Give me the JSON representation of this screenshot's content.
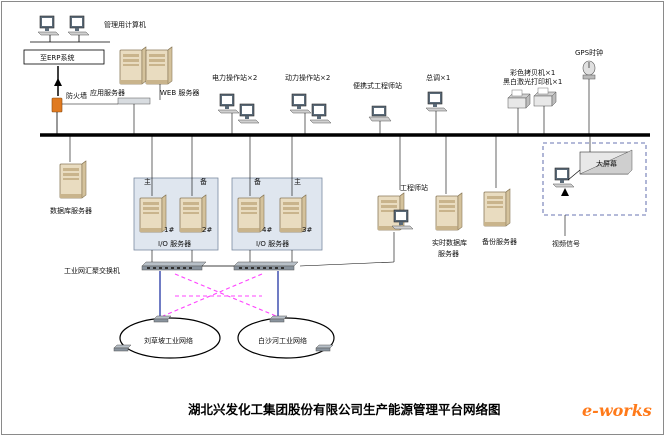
{
  "title": "湖北兴发化工集团股份有限公司生产能源管理平台网络图",
  "watermark": "e-works",
  "labels": {
    "mgmt_computers": "管理用计算机",
    "erp": "至ERP系统",
    "firewall": "防火墙",
    "app_server": "应用服务器",
    "web_server": "WEB 服务器",
    "power_station": "电力操作站×2",
    "dynamic_station": "动力操作站×2",
    "laptop": "便携式工程师站",
    "dispatch": "总调×1",
    "printers": "彩色拷贝机×1\n黑白激光打印机×1",
    "gps": "GPS时钟",
    "big_screen": "大屏幕",
    "db_server": "数据库服务器",
    "primary": "主",
    "backup": "备",
    "io_server": "I/O 服务器",
    "srv1": "1#",
    "srv2": "2#",
    "srv3": "3#",
    "srv4": "4#",
    "eng_station": "工程师站",
    "realtime_db": "实时数据库\n服务器",
    "backup_server": "备份服务器",
    "video": "视频信号",
    "switch": "工业网汇聚交换机",
    "ring1": "刘草坡工业网络",
    "ring2": "白沙河工业网络"
  },
  "colors": {
    "bus": "#000000",
    "server_body": "#e9dcc0",
    "server_dark": "#c9b48c",
    "monitor": "#5a6a78",
    "group_fill": "#dfe6ef",
    "group_stroke": "#7a8aa0",
    "redundant_link": "#ff44ff",
    "trunk_link": "#3344aa",
    "firewall": "#e07a20",
    "dashed_box": "#3a4a9a"
  }
}
